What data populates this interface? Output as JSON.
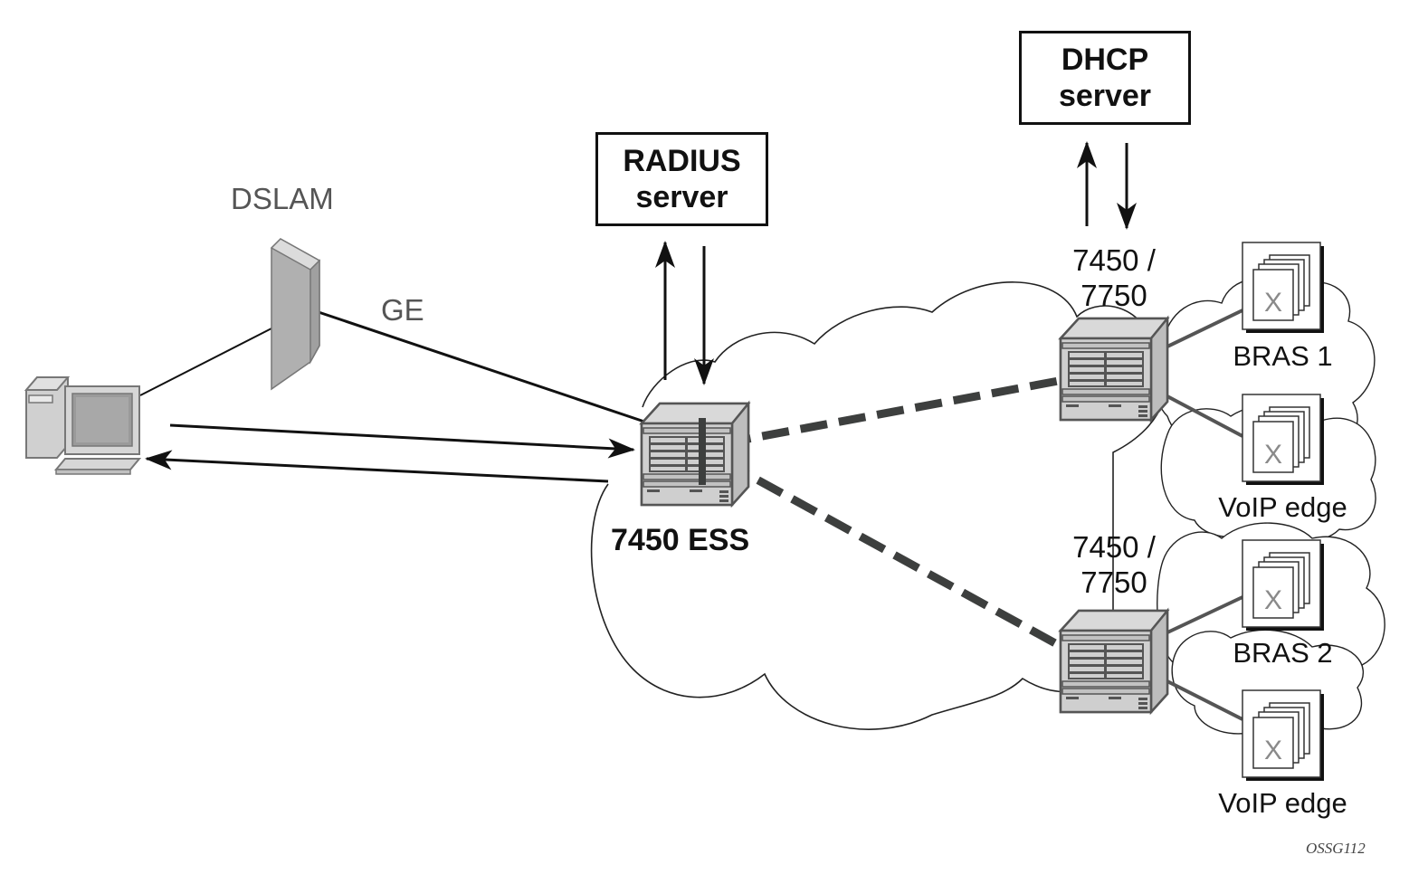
{
  "diagram": {
    "figure_id": "OSSG112",
    "colors": {
      "line": "#111111",
      "dashed_link": "#3d3f3e",
      "device_fill": "#c9c9c9",
      "device_stroke": "#555555",
      "cloud_stroke": "#222222",
      "icon_x": "#8a8a8a"
    },
    "nodes": {
      "client_pc": {
        "label": ""
      },
      "dslam": {
        "label": "DSLAM"
      },
      "ge_link": {
        "label": "GE"
      },
      "radius_server": {
        "line1": "RADIUS",
        "line2": "server"
      },
      "dhcp_server": {
        "line1": "DHCP",
        "line2": "server"
      },
      "ess": {
        "label": "7450 ESS"
      },
      "router_top": {
        "line1": "7450 /",
        "line2": "7750"
      },
      "router_bottom": {
        "line1": "7450 /",
        "line2": "7750"
      },
      "bras1": {
        "label": "BRAS 1",
        "icon_glyph": "X"
      },
      "voip1": {
        "label": "VoIP edge",
        "icon_glyph": "X"
      },
      "bras2": {
        "label": "BRAS 2",
        "icon_glyph": "X"
      },
      "voip2": {
        "label": "VoIP edge",
        "icon_glyph": "X"
      }
    },
    "links": [
      {
        "from": "client_pc",
        "to": "dslam",
        "style": "solid-thin"
      },
      {
        "from": "dslam",
        "to": "ess",
        "style": "solid",
        "label": "GE"
      },
      {
        "from": "client_pc",
        "to": "ess",
        "style": "arrow",
        "direction": "to-ess"
      },
      {
        "from": "ess",
        "to": "client_pc",
        "style": "arrow",
        "direction": "to-client"
      },
      {
        "from": "ess",
        "to": "radius_server",
        "style": "arrow-pair"
      },
      {
        "from": "router_top",
        "to": "dhcp_server",
        "style": "arrow-pair"
      },
      {
        "from": "ess",
        "to": "router_top",
        "style": "dashed"
      },
      {
        "from": "ess",
        "to": "router_bottom",
        "style": "dashed"
      },
      {
        "from": "router_top",
        "to": "bras1",
        "style": "solid"
      },
      {
        "from": "router_top",
        "to": "voip1",
        "style": "solid"
      },
      {
        "from": "router_bottom",
        "to": "bras2",
        "style": "solid"
      },
      {
        "from": "router_bottom",
        "to": "voip2",
        "style": "solid"
      }
    ]
  }
}
